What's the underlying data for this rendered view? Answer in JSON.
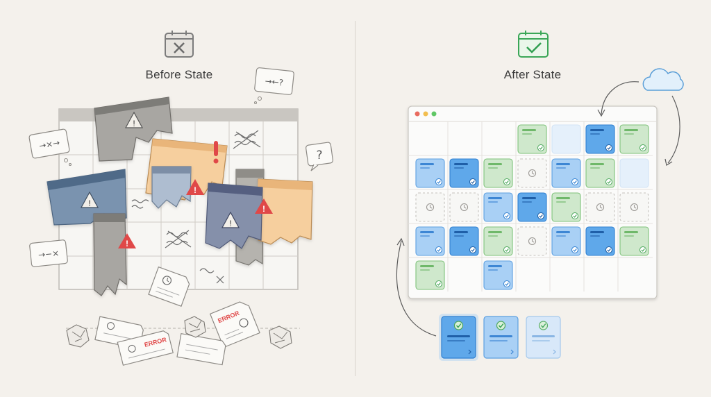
{
  "before": {
    "title": "Before State",
    "scribble_1": "→×→",
    "scribble_2": "→←?",
    "scribble_3": "?",
    "scribble_4": "→−×",
    "error_stamp_1": "ERROR",
    "error_stamp_2": "ERROR"
  },
  "after": {
    "title": "After State"
  },
  "colors": {
    "green": "#cfe8cc",
    "light_blue": "#a9d0f5",
    "dark_blue": "#5fa8ea",
    "empty_blue": "#e5f0fb",
    "warning_red": "#e04848"
  }
}
